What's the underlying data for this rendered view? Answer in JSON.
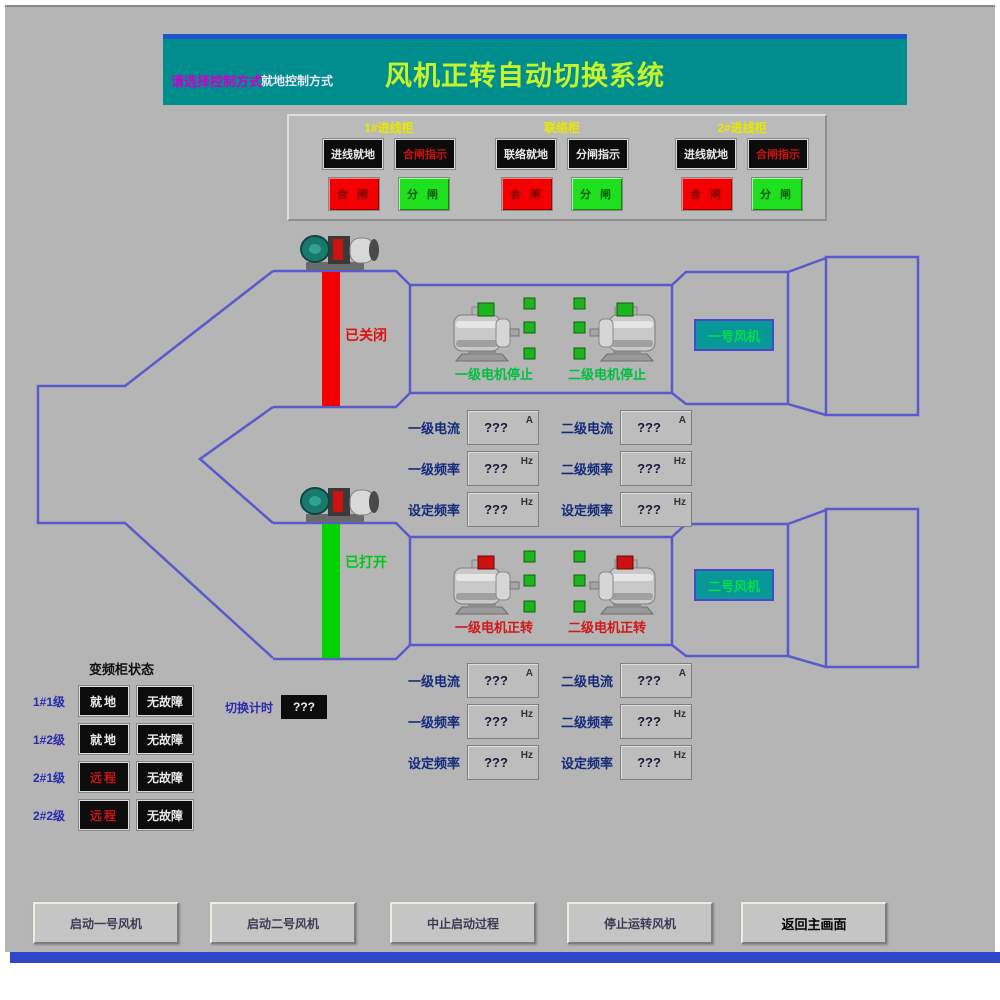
{
  "colors": {
    "screen_bg": "#b5b5b5",
    "header_bg": "#008d8d",
    "header_top_border": "#1f55cc",
    "title_text": "#c6f42c",
    "duct_line": "#5a5acd",
    "valve_closed_red": "#f30000",
    "valve_open_green": "#00d300",
    "indicator_green": "#1eb41e",
    "breaker_close_red": "#f50000",
    "breaker_open_green": "#1ee01e",
    "fan_label_bg": "#089898",
    "fan_label_text": "#00e048",
    "bottom_strip_blue": "#2f46c8"
  },
  "header": {
    "mode_prompt": "请选择控制方式",
    "mode_value": "就地控制方式",
    "title": "风机正转自动切换系统"
  },
  "breaker_panel": {
    "groups": [
      {
        "name": "1#进线柜",
        "status1": "进线就地",
        "status2": "合闸指示",
        "close_button": "合 闸",
        "open_button": "分 闸"
      },
      {
        "name": "联络柜",
        "status1": "联络就地",
        "status2": "分闸指示",
        "close_button": "合 闸",
        "open_button": "分 闸"
      },
      {
        "name": "2#进线柜",
        "status1": "进线就地",
        "status2": "合闸指示",
        "close_button": "合 闸",
        "open_button": "分 闸"
      }
    ]
  },
  "fans": [
    {
      "name": "一号风机",
      "valve_status": "已关闭",
      "motor1_status": "一级电机停止",
      "motor2_status": "二级电机停止",
      "readouts_left": [
        {
          "label": "一级电流",
          "value": "???",
          "unit": "A"
        },
        {
          "label": "一级频率",
          "value": "???",
          "unit": "Hz"
        },
        {
          "label": "设定频率",
          "value": "???",
          "unit": "Hz"
        }
      ],
      "readouts_right": [
        {
          "label": "二级电流",
          "value": "???",
          "unit": "A"
        },
        {
          "label": "二级频率",
          "value": "???",
          "unit": "Hz"
        },
        {
          "label": "设定频率",
          "value": "???",
          "unit": "Hz"
        }
      ]
    },
    {
      "name": "二号风机",
      "valve_status": "已打开",
      "motor1_status": "一级电机正转",
      "motor2_status": "二级电机正转",
      "readouts_left": [
        {
          "label": "一级电流",
          "value": "???",
          "unit": "A"
        },
        {
          "label": "一级频率",
          "value": "???",
          "unit": "Hz"
        },
        {
          "label": "设定频率",
          "value": "???",
          "unit": "Hz"
        }
      ],
      "readouts_right": [
        {
          "label": "二级电流",
          "value": "???",
          "unit": "A"
        },
        {
          "label": "二级频率",
          "value": "???",
          "unit": "Hz"
        },
        {
          "label": "设定频率",
          "value": "???",
          "unit": "Hz"
        }
      ]
    }
  ],
  "vfd_panel": {
    "title": "变频柜状态",
    "rows": [
      {
        "label": "1#1级",
        "mode": "就地",
        "fault": "无故障"
      },
      {
        "label": "1#2级",
        "mode": "就地",
        "fault": "无故障"
      },
      {
        "label": "2#1级",
        "mode": "远程",
        "fault": "无故障"
      },
      {
        "label": "2#2级",
        "mode": "远程",
        "fault": "无故障"
      }
    ]
  },
  "switch_timer": {
    "label": "切换计时",
    "value": "???"
  },
  "buttons": [
    {
      "label": "启动一号风机"
    },
    {
      "label": "启动二号风机"
    },
    {
      "label": "中止启动过程"
    },
    {
      "label": "停止运转风机"
    },
    {
      "label": "返回主画面"
    }
  ]
}
